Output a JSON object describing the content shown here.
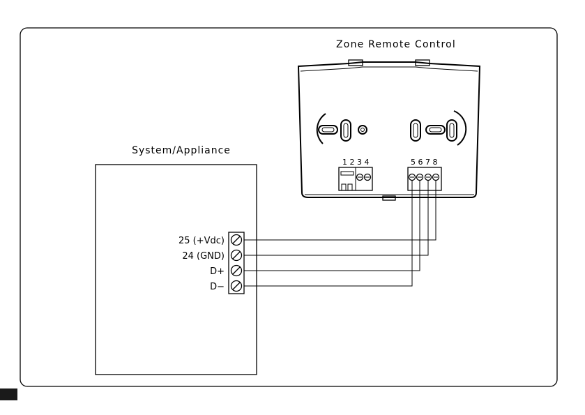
{
  "remote": {
    "title": "Zone Remote Control",
    "left_terminal_numbers": "1 2 3 4",
    "right_terminal_numbers": "5 6 7 8"
  },
  "appliance": {
    "title": "System/Appliance",
    "terminals": [
      {
        "label": "25 (+Vdc)"
      },
      {
        "label": "24 (GND)"
      },
      {
        "label": "D+"
      },
      {
        "label": "D−"
      }
    ]
  },
  "colors": {
    "line": "#000000",
    "background": "#ffffff",
    "page_tab": "#1a1a1a"
  }
}
